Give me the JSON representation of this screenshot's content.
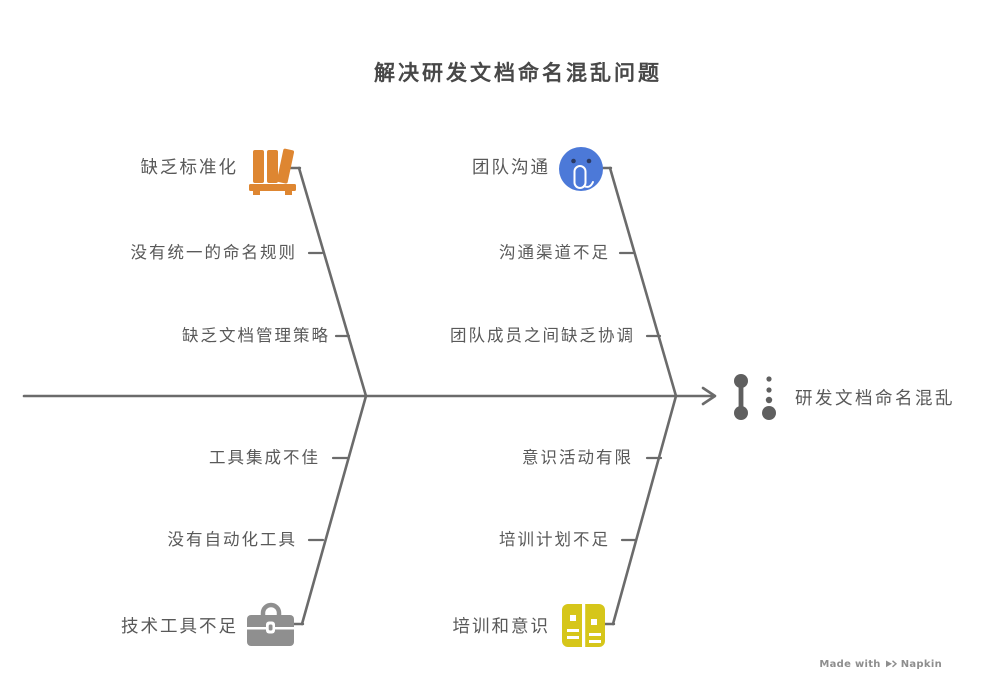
{
  "title": "解决研发文档命名混乱问题",
  "effect": {
    "label": "研发文档命名混乱",
    "icon": "effect-node-icon"
  },
  "branches": [
    {
      "position": "top-left",
      "label": "缺乏标准化",
      "icon": "books-icon",
      "causes": [
        "没有统一的命名规则",
        "缺乏文档管理策略"
      ]
    },
    {
      "position": "top-right",
      "label": "团队沟通",
      "icon": "communication-icon",
      "causes": [
        "沟通渠道不足",
        "团队成员之间缺乏协调"
      ]
    },
    {
      "position": "bottom-left",
      "label": "技术工具不足",
      "icon": "toolbox-icon",
      "causes": [
        "工具集成不佳",
        "没有自动化工具"
      ]
    },
    {
      "position": "bottom-right",
      "label": "培训和意识",
      "icon": "two-column-list-icon",
      "causes": [
        "意识活动有限",
        "培训计划不足"
      ]
    }
  ],
  "footer": {
    "made_with": "Made with",
    "brand": "Napkin",
    "icon": "napkin-logo-icon"
  },
  "colors": {
    "orange": "#DE8631",
    "blue": "#4C79D8",
    "blue_dark": "#2B3A63",
    "yellow": "#D6C61A",
    "gray_icon": "#8F8F8F",
    "node_gray": "#5F5F5F",
    "line": "#6B6B6B",
    "text": "#595959",
    "title_text": "#484848",
    "footer_text": "#8E8E8E"
  }
}
